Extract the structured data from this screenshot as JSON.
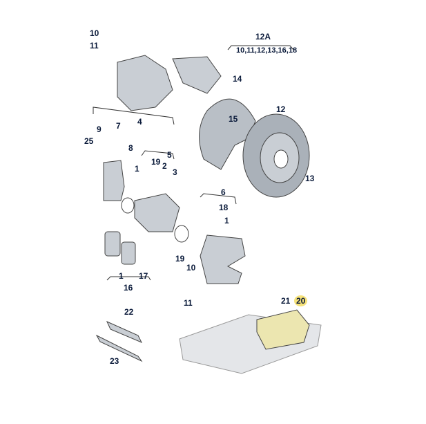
{
  "diagram": {
    "title": "Rear brake assembly exploded view",
    "highlight_color": "#f6e27a",
    "label_color": "#0a1a3a",
    "labels": [
      {
        "id": "10a",
        "text": "10"
      },
      {
        "id": "11a",
        "text": "11"
      },
      {
        "id": "12A",
        "text": "12A"
      },
      {
        "id": "kit",
        "text": "10,11,12,13,16,18"
      },
      {
        "id": "14",
        "text": "14"
      },
      {
        "id": "15",
        "text": "15"
      },
      {
        "id": "12",
        "text": "12"
      },
      {
        "id": "13",
        "text": "13"
      },
      {
        "id": "9",
        "text": "9"
      },
      {
        "id": "7",
        "text": "7"
      },
      {
        "id": "4",
        "text": "4"
      },
      {
        "id": "25",
        "text": "25"
      },
      {
        "id": "8",
        "text": "8"
      },
      {
        "id": "1a",
        "text": "1"
      },
      {
        "id": "19a",
        "text": "19"
      },
      {
        "id": "2",
        "text": "2"
      },
      {
        "id": "5",
        "text": "5"
      },
      {
        "id": "3",
        "text": "3"
      },
      {
        "id": "6",
        "text": "6"
      },
      {
        "id": "18",
        "text": "18"
      },
      {
        "id": "1b",
        "text": "1"
      },
      {
        "id": "19b",
        "text": "19"
      },
      {
        "id": "10b",
        "text": "10"
      },
      {
        "id": "11b",
        "text": "11"
      },
      {
        "id": "1c",
        "text": "1"
      },
      {
        "id": "17",
        "text": "17"
      },
      {
        "id": "16",
        "text": "16"
      },
      {
        "id": "22",
        "text": "22"
      },
      {
        "id": "23",
        "text": "23"
      },
      {
        "id": "21",
        "text": "21"
      },
      {
        "id": "20",
        "text": "20"
      }
    ]
  }
}
